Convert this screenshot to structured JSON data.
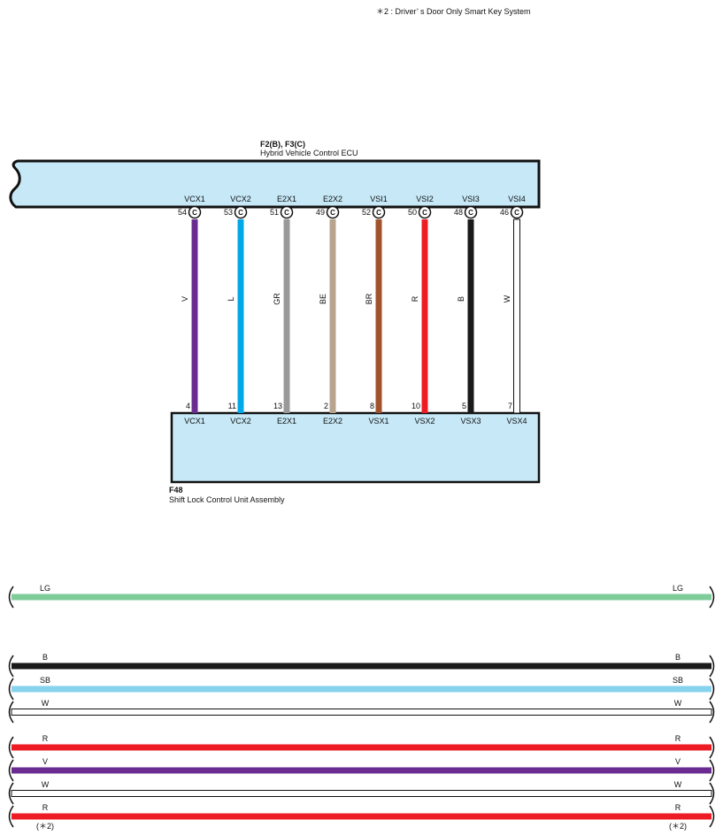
{
  "footnote": "＊2 : Driver’ s Door Only Smart Key System",
  "ecu_top": {
    "code": "F2(B), F3(C)",
    "name": "Hybrid Vehicle Control ECU"
  },
  "ecu_bottom": {
    "code": "F48",
    "name": "Shift Lock Control Unit Assembly"
  },
  "connector_mark": "C",
  "wires": [
    {
      "top_pin": "54",
      "top_label": "VCX1",
      "color_code": "V",
      "bottom_pin": "4",
      "bottom_label": "VCX1",
      "color": "#6b2c91"
    },
    {
      "top_pin": "53",
      "top_label": "VCX2",
      "color_code": "L",
      "bottom_pin": "11",
      "bottom_label": "VCX2",
      "color": "#00a8e8"
    },
    {
      "top_pin": "51",
      "top_label": "E2X1",
      "color_code": "GR",
      "bottom_pin": "13",
      "bottom_label": "E2X1",
      "color": "#999999"
    },
    {
      "top_pin": "49",
      "top_label": "E2X2",
      "color_code": "BE",
      "bottom_pin": "2",
      "bottom_label": "E2X2",
      "color": "#b8a48c"
    },
    {
      "top_pin": "52",
      "top_label": "VSI1",
      "color_code": "BR",
      "bottom_pin": "8",
      "bottom_label": "VSX1",
      "color": "#a0522d"
    },
    {
      "top_pin": "50",
      "top_label": "VSI2",
      "color_code": "R",
      "bottom_pin": "10",
      "bottom_label": "VSX2",
      "color": "#ed1c24"
    },
    {
      "top_pin": "48",
      "top_label": "VSI3",
      "color_code": "B",
      "bottom_pin": "5",
      "bottom_label": "VSX3",
      "color": "#1a1a1a"
    },
    {
      "top_pin": "46",
      "top_label": "VSI4",
      "color_code": "W",
      "bottom_pin": "7",
      "bottom_label": "VSX4",
      "color": "#ffffff"
    }
  ],
  "buses": [
    {
      "label_left": "LG",
      "label_right": "LG",
      "color": "#7fcc9a"
    },
    {
      "label_left": "B",
      "label_right": "B",
      "color": "#1a1a1a"
    },
    {
      "label_left": "SB",
      "label_right": "SB",
      "color": "#87d3ee"
    },
    {
      "label_left": "W",
      "label_right": "W",
      "color": "#ffffff"
    },
    {
      "label_left": "R",
      "label_right": "R",
      "color": "#ed1c24"
    },
    {
      "label_left": "V",
      "label_right": "V",
      "color": "#6b2c91"
    },
    {
      "label_left": "W",
      "label_right": "W",
      "color": "#ffffff"
    },
    {
      "label_left": "R",
      "label_right": "R",
      "color": "#ed1c24",
      "note_left": "(＊2)",
      "note_right": "(＊2)"
    }
  ],
  "colors": {
    "ecu_fill": "#c6e8f7",
    "outline": "#111111"
  }
}
